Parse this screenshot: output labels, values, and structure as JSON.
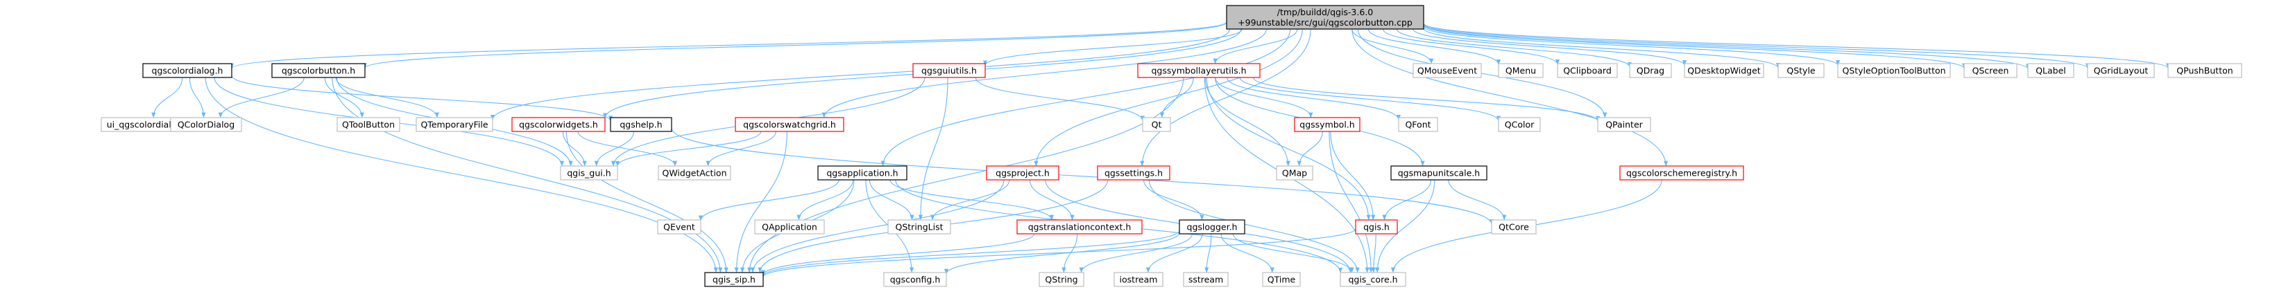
{
  "colors": {
    "root_fill": "#bfbfbf",
    "border_black": "#000000",
    "border_red": "#ff0000",
    "border_gray": "#bfbfbf",
    "edge": "#63b8ff",
    "background": "#ffffff"
  },
  "nodes": [
    {
      "id": "root",
      "lines": [
        "/tmp/buildd/qgis-3.6.0",
        "+99unstable/src/gui/qgscolorbutton.cpp"
      ],
      "style": "root"
    },
    {
      "id": "qgscolordialog_h",
      "lines": [
        "qgscolordialog.h"
      ],
      "style": "black"
    },
    {
      "id": "qgscolorbutton_h",
      "lines": [
        "qgscolorbutton.h"
      ],
      "style": "black"
    },
    {
      "id": "qgsguiutils_h",
      "lines": [
        "qgsguiutils.h"
      ],
      "style": "red"
    },
    {
      "id": "qgssymbollayerutils_h",
      "lines": [
        "qgssymbollayerutils.h"
      ],
      "style": "red"
    },
    {
      "id": "QMouseEvent",
      "lines": [
        "QMouseEvent"
      ],
      "style": "gray"
    },
    {
      "id": "QMenu",
      "lines": [
        "QMenu"
      ],
      "style": "gray"
    },
    {
      "id": "QClipboard",
      "lines": [
        "QClipboard"
      ],
      "style": "gray"
    },
    {
      "id": "QDrag",
      "lines": [
        "QDrag"
      ],
      "style": "gray"
    },
    {
      "id": "QDesktopWidget",
      "lines": [
        "QDesktopWidget"
      ],
      "style": "gray"
    },
    {
      "id": "QStyle",
      "lines": [
        "QStyle"
      ],
      "style": "gray"
    },
    {
      "id": "QStyleOptionToolButton",
      "lines": [
        "QStyleOptionToolButton"
      ],
      "style": "gray"
    },
    {
      "id": "QScreen",
      "lines": [
        "QScreen"
      ],
      "style": "gray"
    },
    {
      "id": "QLabel",
      "lines": [
        "QLabel"
      ],
      "style": "gray"
    },
    {
      "id": "QGridLayout",
      "lines": [
        "QGridLayout"
      ],
      "style": "gray"
    },
    {
      "id": "QPushButton",
      "lines": [
        "QPushButton"
      ],
      "style": "gray"
    },
    {
      "id": "ui_qgscolordialog_h",
      "lines": [
        "ui_qgscolordialog.h"
      ],
      "style": "gray"
    },
    {
      "id": "QColorDialog",
      "lines": [
        "QColorDialog"
      ],
      "style": "gray"
    },
    {
      "id": "QToolButton",
      "lines": [
        "QToolButton"
      ],
      "style": "gray"
    },
    {
      "id": "QTemporaryFile",
      "lines": [
        "QTemporaryFile"
      ],
      "style": "gray"
    },
    {
      "id": "qgscolorwidgets_h",
      "lines": [
        "qgscolorwidgets.h"
      ],
      "style": "red"
    },
    {
      "id": "qgshelp_h",
      "lines": [
        "qgshelp.h"
      ],
      "style": "black"
    },
    {
      "id": "qgscolorswatchgrid_h",
      "lines": [
        "qgscolorswatchgrid.h"
      ],
      "style": "red"
    },
    {
      "id": "Qt",
      "lines": [
        "Qt"
      ],
      "style": "gray"
    },
    {
      "id": "QFont",
      "lines": [
        "QFont"
      ],
      "style": "gray"
    },
    {
      "id": "QColor",
      "lines": [
        "QColor"
      ],
      "style": "gray"
    },
    {
      "id": "QPainter",
      "lines": [
        "QPainter"
      ],
      "style": "gray"
    },
    {
      "id": "qgssymbol_h",
      "lines": [
        "qgssymbol.h"
      ],
      "style": "red"
    },
    {
      "id": "QMap",
      "lines": [
        "QMap"
      ],
      "style": "gray"
    },
    {
      "id": "qgis_gui_h",
      "lines": [
        "qgis_gui.h"
      ],
      "style": "gray"
    },
    {
      "id": "QWidgetAction",
      "lines": [
        "QWidgetAction"
      ],
      "style": "gray"
    },
    {
      "id": "qgsapplication_h",
      "lines": [
        "qgsapplication.h"
      ],
      "style": "black"
    },
    {
      "id": "qgsproject_h",
      "lines": [
        "qgsproject.h"
      ],
      "style": "red"
    },
    {
      "id": "qgssettings_h",
      "lines": [
        "qgssettings.h"
      ],
      "style": "red"
    },
    {
      "id": "qgsmapunitscale_h",
      "lines": [
        "qgsmapunitscale.h"
      ],
      "style": "black"
    },
    {
      "id": "qgscolorschemeregistry_h",
      "lines": [
        "qgscolorschemeregistry.h"
      ],
      "style": "red"
    },
    {
      "id": "QEvent",
      "lines": [
        "QEvent"
      ],
      "style": "gray"
    },
    {
      "id": "QApplication",
      "lines": [
        "QApplication"
      ],
      "style": "gray"
    },
    {
      "id": "QStringList",
      "lines": [
        "QStringList"
      ],
      "style": "gray"
    },
    {
      "id": "qgstranslationcontext_h",
      "lines": [
        "qgstranslationcontext.h"
      ],
      "style": "red"
    },
    {
      "id": "qgslogger_h",
      "lines": [
        "qgslogger.h"
      ],
      "style": "black"
    },
    {
      "id": "qgis_h",
      "lines": [
        "qgis.h"
      ],
      "style": "red"
    },
    {
      "id": "QtCore",
      "lines": [
        "QtCore"
      ],
      "style": "gray"
    },
    {
      "id": "qgis_sip_h",
      "lines": [
        "qgis_sip.h"
      ],
      "style": "black"
    },
    {
      "id": "qgsconfig_h",
      "lines": [
        "qgsconfig.h"
      ],
      "style": "gray"
    },
    {
      "id": "QString",
      "lines": [
        "QString"
      ],
      "style": "gray"
    },
    {
      "id": "iostream",
      "lines": [
        "iostream"
      ],
      "style": "gray"
    },
    {
      "id": "sstream",
      "lines": [
        "sstream"
      ],
      "style": "gray"
    },
    {
      "id": "QTime",
      "lines": [
        "QTime"
      ],
      "style": "gray"
    },
    {
      "id": "qgis_core_h",
      "lines": [
        "qgis_core.h"
      ],
      "style": "gray"
    }
  ],
  "edges": [
    [
      "root",
      "qgscolordialog_h"
    ],
    [
      "root",
      "qgscolorbutton_h"
    ],
    [
      "root",
      "qgsguiutils_h"
    ],
    [
      "root",
      "qgssymbollayerutils_h"
    ],
    [
      "root",
      "QMouseEvent"
    ],
    [
      "root",
      "QMenu"
    ],
    [
      "root",
      "QClipboard"
    ],
    [
      "root",
      "QDrag"
    ],
    [
      "root",
      "QDesktopWidget"
    ],
    [
      "root",
      "QStyle"
    ],
    [
      "root",
      "QStyleOptionToolButton"
    ],
    [
      "root",
      "QScreen"
    ],
    [
      "root",
      "QLabel"
    ],
    [
      "root",
      "QGridLayout"
    ],
    [
      "root",
      "QPushButton"
    ],
    [
      "root",
      "QTemporaryFile"
    ],
    [
      "root",
      "qgscolorwidgets_h"
    ],
    [
      "root",
      "qgscolorswatchgrid_h"
    ],
    [
      "root",
      "qgsapplication_h"
    ],
    [
      "root",
      "qgsproject_h"
    ],
    [
      "root",
      "qgssettings_h"
    ],
    [
      "root",
      "qgscolorschemeregistry_h"
    ],
    [
      "root",
      "QPainter"
    ],
    [
      "qgscolordialog_h",
      "ui_qgscolordialog_h"
    ],
    [
      "qgscolordialog_h",
      "QColorDialog"
    ],
    [
      "qgscolordialog_h",
      "qgshelp_h"
    ],
    [
      "qgscolordialog_h",
      "qgis_gui_h"
    ],
    [
      "qgscolordialog_h",
      "qgis_sip_h"
    ],
    [
      "qgscolorbutton_h",
      "QColorDialog"
    ],
    [
      "qgscolorbutton_h",
      "QToolButton"
    ],
    [
      "qgscolorbutton_h",
      "QTemporaryFile"
    ],
    [
      "qgscolorbutton_h",
      "qgis_gui_h"
    ],
    [
      "qgscolorbutton_h",
      "qgis_sip_h"
    ],
    [
      "qgsguiutils_h",
      "Qt"
    ],
    [
      "qgsguiutils_h",
      "QStringList"
    ],
    [
      "qgsguiutils_h",
      "qgis_gui_h"
    ],
    [
      "qgssymbollayerutils_h",
      "Qt"
    ],
    [
      "qgssymbollayerutils_h",
      "QFont"
    ],
    [
      "qgssymbollayerutils_h",
      "QColor"
    ],
    [
      "qgssymbollayerutils_h",
      "QPainter"
    ],
    [
      "qgssymbollayerutils_h",
      "qgssymbol_h"
    ],
    [
      "qgssymbollayerutils_h",
      "QMap"
    ],
    [
      "qgssymbollayerutils_h",
      "qgsmapunitscale_h"
    ],
    [
      "qgssymbollayerutils_h",
      "qgis_h"
    ],
    [
      "qgssymbollayerutils_h",
      "qgis_core_h"
    ],
    [
      "qgssymbollayerutils_h",
      "qgis_sip_h"
    ],
    [
      "qgscolorwidgets_h",
      "qgis_gui_h"
    ],
    [
      "qgscolorwidgets_h",
      "QWidgetAction"
    ],
    [
      "qgscolorwidgets_h",
      "qgis_sip_h"
    ],
    [
      "qgshelp_h",
      "qgis_gui_h"
    ],
    [
      "qgshelp_h",
      "QtCore"
    ],
    [
      "qgscolorswatchgrid_h",
      "qgis_gui_h"
    ],
    [
      "qgscolorswatchgrid_h",
      "QWidgetAction"
    ],
    [
      "qgscolorswatchgrid_h",
      "qgis_sip_h"
    ],
    [
      "qgssymbol_h",
      "QMap"
    ],
    [
      "qgssymbol_h",
      "qgis_h"
    ],
    [
      "qgssymbol_h",
      "qgis_core_h"
    ],
    [
      "qgsmapunitscale_h",
      "qgis_h"
    ],
    [
      "qgsmapunitscale_h",
      "QtCore"
    ],
    [
      "qgsmapunitscale_h",
      "qgis_core_h"
    ],
    [
      "qgsapplication_h",
      "QEvent"
    ],
    [
      "qgsapplication_h",
      "QApplication"
    ],
    [
      "qgsapplication_h",
      "QStringList"
    ],
    [
      "qgsapplication_h",
      "qgstranslationcontext_h"
    ],
    [
      "qgsapplication_h",
      "qgsconfig_h"
    ],
    [
      "qgsapplication_h",
      "qgis_sip_h"
    ],
    [
      "qgsapplication_h",
      "qgis_core_h"
    ],
    [
      "qgsproject_h",
      "QStringList"
    ],
    [
      "qgsproject_h",
      "qgstranslationcontext_h"
    ],
    [
      "qgsproject_h",
      "qgis_sip_h"
    ],
    [
      "qgsproject_h",
      "qgis_core_h"
    ],
    [
      "qgssettings_h",
      "qgslogger_h"
    ],
    [
      "qgssettings_h",
      "qgis_sip_h"
    ],
    [
      "qgssettings_h",
      "qgis_core_h"
    ],
    [
      "qgscolorschemeregistry_h",
      "qgis_core_h"
    ],
    [
      "qgstranslationcontext_h",
      "QString"
    ],
    [
      "qgstranslationcontext_h",
      "qgis_sip_h"
    ],
    [
      "qgslogger_h",
      "iostream"
    ],
    [
      "qgslogger_h",
      "sstream"
    ],
    [
      "qgslogger_h",
      "QString"
    ],
    [
      "qgslogger_h",
      "QTime"
    ],
    [
      "qgslogger_h",
      "qgsconfig_h"
    ],
    [
      "qgslogger_h",
      "qgis_sip_h"
    ],
    [
      "qgslogger_h",
      "qgis_core_h"
    ],
    [
      "qgis_h",
      "qgis_sip_h"
    ],
    [
      "qgis_h",
      "qgis_core_h"
    ]
  ]
}
